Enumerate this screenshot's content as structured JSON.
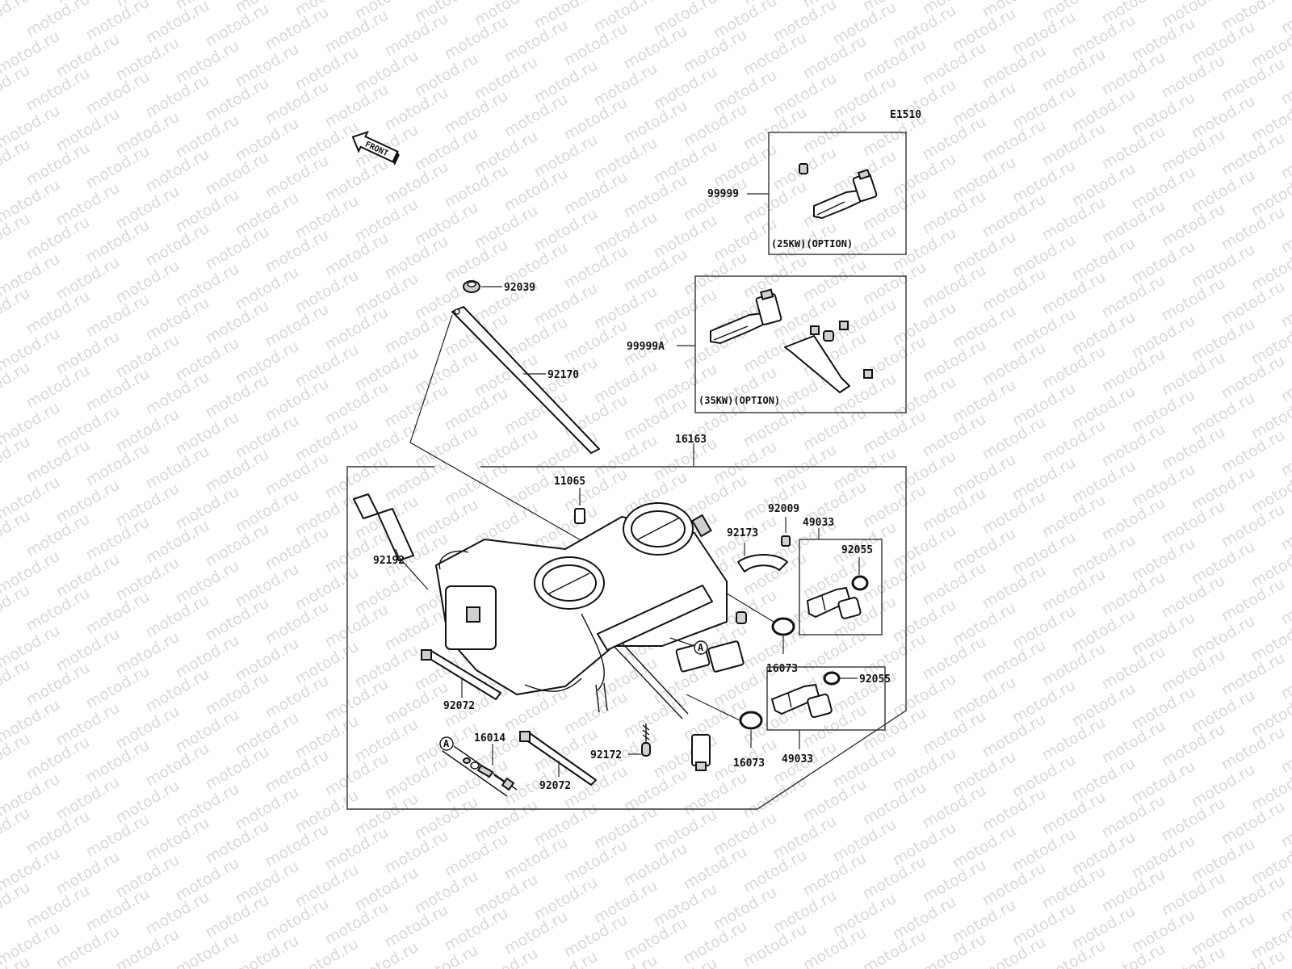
{
  "watermark": "motod.ru",
  "diagram_code": "E1510",
  "front_arrow_label": "FRONT",
  "captions": {
    "opt_25kw": "(25KW)(OPTION)",
    "opt_35kw": "(35KW)(OPTION)"
  },
  "ref_letter": "A",
  "labels": {
    "p99999": "99999",
    "p99999a": "99999A",
    "p92039": "92039",
    "p92170": "92170",
    "p16163": "16163",
    "p11065": "11065",
    "p92009": "92009",
    "p92173": "92173",
    "p49033_top": "49033",
    "p92055_top": "92055",
    "p92192": "92192",
    "p16073_top": "16073",
    "p92055_bottom": "92055",
    "p92072_left": "92072",
    "p16014": "16014",
    "p92172": "92172",
    "p16073_bottom": "16073",
    "p49033_bottom": "49033",
    "p92072_bottom": "92072"
  }
}
